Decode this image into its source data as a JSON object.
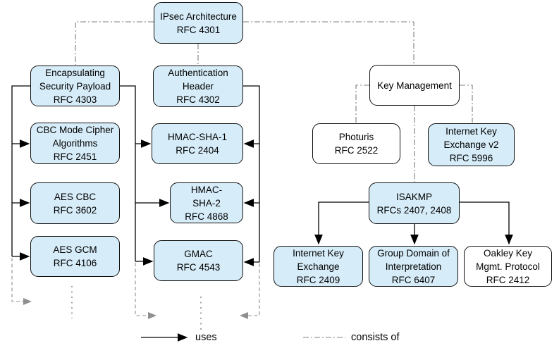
{
  "diagram": {
    "description": "IPsec protocol architecture diagram of RFC relationships"
  },
  "colors": {
    "node_fill_blue": "#d6ecf8",
    "node_fill_white": "#ffffff",
    "node_border": "#101010",
    "uses_line": "#000000",
    "consists_line": "#7f7f7f",
    "continuation_line": "#8f8f8f"
  },
  "nodes": [
    {
      "id": "ipsec-architecture",
      "label": "IPsec Architecture\nRFC 4301",
      "fill": "blue"
    },
    {
      "id": "esp",
      "label": "Encapsulating\nSecurity Payload\nRFC 4303",
      "fill": "blue"
    },
    {
      "id": "cbc-mode",
      "label": "CBC Mode Cipher\nAlgorithms\nRFC 2451",
      "fill": "blue"
    },
    {
      "id": "aes-cbc",
      "label": "AES CBC\nRFC 3602",
      "fill": "blue"
    },
    {
      "id": "aes-gcm",
      "label": "AES GCM\nRFC 4106",
      "fill": "blue"
    },
    {
      "id": "auth-header",
      "label": "Authentication\nHeader\nRFC 4302",
      "fill": "blue"
    },
    {
      "id": "hmac-sha1",
      "label": "HMAC-SHA-1\nRFC 2404",
      "fill": "blue"
    },
    {
      "id": "hmac-sha2",
      "label": "HMAC-\nSHA-2\nRFC 4868",
      "fill": "blue"
    },
    {
      "id": "gmac",
      "label": "GMAC\nRFC 4543",
      "fill": "blue"
    },
    {
      "id": "key-management",
      "label": "Key Management",
      "fill": "white"
    },
    {
      "id": "photuris",
      "label": "Photuris\nRFC 2522",
      "fill": "white"
    },
    {
      "id": "ikev2",
      "label": "Internet Key\nExchange v2\nRFC 5996",
      "fill": "blue"
    },
    {
      "id": "isakmp",
      "label": "ISAKMP\nRFCs 2407, 2408",
      "fill": "blue"
    },
    {
      "id": "ike",
      "label": "Internet Key\nExchange\nRFC 2409",
      "fill": "blue"
    },
    {
      "id": "gdoi",
      "label": "Group Domain of\nInterpretation\nRFC 6407",
      "fill": "blue"
    },
    {
      "id": "oakley",
      "label": "Oakley Key\nMgmt. Protocol\nRFC 2412",
      "fill": "white"
    }
  ],
  "edges": [
    {
      "from": "ipsec-architecture",
      "to": "esp",
      "type": "consists_of"
    },
    {
      "from": "ipsec-architecture",
      "to": "auth-header",
      "type": "consists_of"
    },
    {
      "from": "ipsec-architecture",
      "to": "key-management",
      "type": "consists_of"
    },
    {
      "from": "esp",
      "to": "cbc-mode",
      "type": "uses"
    },
    {
      "from": "esp",
      "to": "aes-cbc",
      "type": "uses"
    },
    {
      "from": "esp",
      "to": "aes-gcm",
      "type": "uses"
    },
    {
      "from": "esp",
      "to": "hmac-sha1",
      "type": "uses"
    },
    {
      "from": "esp",
      "to": "hmac-sha2",
      "type": "uses"
    },
    {
      "from": "esp",
      "to": "gmac",
      "type": "uses"
    },
    {
      "from": "auth-header",
      "to": "hmac-sha1",
      "type": "uses"
    },
    {
      "from": "auth-header",
      "to": "hmac-sha2",
      "type": "uses"
    },
    {
      "from": "auth-header",
      "to": "gmac",
      "type": "uses"
    },
    {
      "from": "key-management",
      "to": "photuris",
      "type": "consists_of"
    },
    {
      "from": "key-management",
      "to": "isakmp",
      "type": "consists_of"
    },
    {
      "from": "key-management",
      "to": "ikev2",
      "type": "consists_of"
    },
    {
      "from": "isakmp",
      "to": "ike",
      "type": "uses"
    },
    {
      "from": "isakmp",
      "to": "gdoi",
      "type": "uses"
    },
    {
      "from": "isakmp",
      "to": "oakley",
      "type": "uses"
    }
  ],
  "legend": {
    "uses_label": "uses",
    "consists_label": "consists of"
  }
}
